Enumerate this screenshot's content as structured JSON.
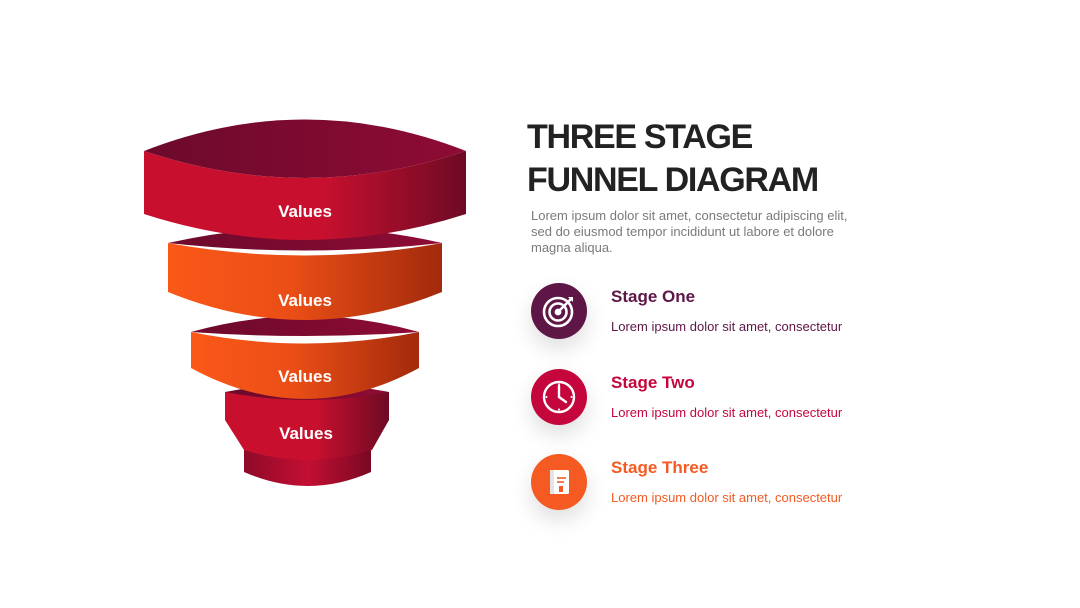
{
  "heading": {
    "line1": "THREE STAGE",
    "line2": "FUNNEL DIAGRAM"
  },
  "description": "Lorem ipsum dolor sit amet, consectetur adipiscing elit, sed do eiusmod tempor incididunt ut labore et dolore magna aliqua.",
  "funnel": {
    "labels": [
      "Values",
      "Values",
      "Values",
      "Values"
    ]
  },
  "stages": [
    {
      "title": "Stage One",
      "text": "Lorem ipsum dolor sit amet, consectetur",
      "color": "#5e1646",
      "icon": "target-icon"
    },
    {
      "title": "Stage Two",
      "text": "Lorem ipsum dolor sit amet, consectetur",
      "color": "#c4063c",
      "icon": "clock-icon"
    },
    {
      "title": "Stage Three",
      "text": "Lorem ipsum dolor sit amet, consectetur",
      "color": "#f45a22",
      "icon": "book-icon"
    }
  ],
  "colors": {
    "crimson": "#c8102e",
    "dark_maroon": "#6e0a2a",
    "orange": "#fb5818",
    "dark_rust": "#a42a0c",
    "title_text": "#222222",
    "body_text": "#7a7a7a"
  }
}
